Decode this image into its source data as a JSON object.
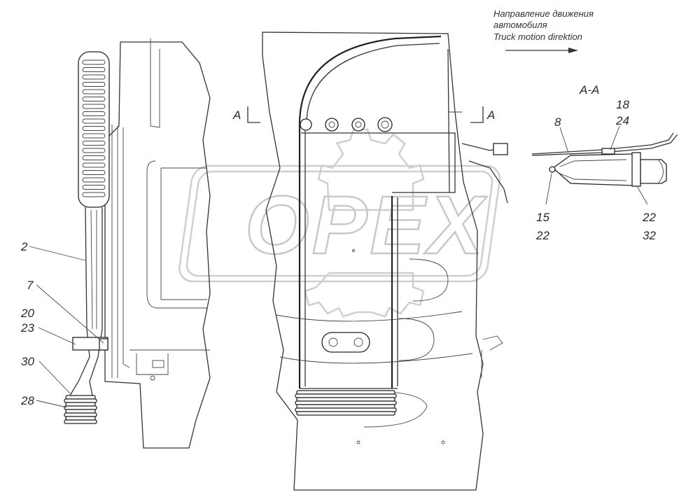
{
  "direction_note": {
    "line1": "Направление движения",
    "line2": "автомобиля",
    "line3": "Truck motion direktion"
  },
  "section": {
    "marker_left": "A",
    "marker_right": "A",
    "title": "A-A"
  },
  "callouts": {
    "c2": "2",
    "c7": "7",
    "c20": "20",
    "c23": "23",
    "c30": "30",
    "c28": "28",
    "c8": "8",
    "c18": "18",
    "c24": "24",
    "c15": "15",
    "c22a": "22",
    "c22b": "22",
    "c32": "32"
  },
  "watermark": {
    "text": "OPEX"
  }
}
